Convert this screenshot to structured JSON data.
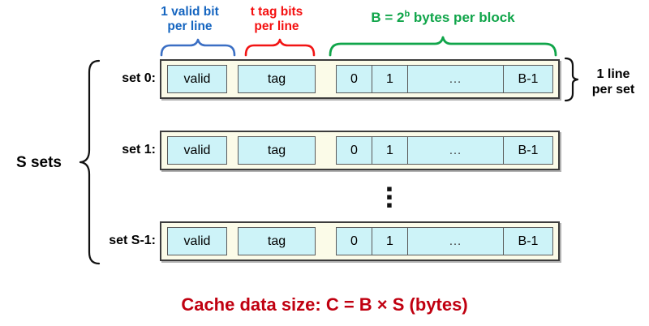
{
  "diagram": {
    "title": "Cache organization (S sets, 1 line per set, B bytes per block)",
    "colors": {
      "valid_blue": "#1565c0",
      "tag_red": "#f40f0f",
      "block_green": "#10a54a",
      "caption_red": "#c00010",
      "row_fill": "#fbfbe8",
      "cell_fill": "#cdf3f8",
      "row_border": "#3c3c3c"
    },
    "annotations": {
      "valid_bit": "1 valid bit\nper line",
      "tag_bits": "t tag bits\nper line",
      "block_bytes_prefix": "B = 2",
      "block_bytes_exponent": "b",
      "block_bytes_suffix": " bytes per block"
    },
    "left_label": "S sets",
    "right_label": "1 line\nper set",
    "vertical_ellipsis": [
      "▪",
      "▪",
      "▪"
    ],
    "rows": [
      {
        "set_label": "set 0:",
        "valid": "valid",
        "tag": "tag",
        "data_cells": [
          "0",
          "1",
          "…",
          "B-1"
        ]
      },
      {
        "set_label": "set 1:",
        "valid": "valid",
        "tag": "tag",
        "data_cells": [
          "0",
          "1",
          "…",
          "B-1"
        ]
      },
      {
        "set_label": "set S-1:",
        "valid": "valid",
        "tag": "tag",
        "data_cells": [
          "0",
          "1",
          "…",
          "B-1"
        ]
      }
    ],
    "caption": "Cache data size: C = B × S (bytes)"
  }
}
